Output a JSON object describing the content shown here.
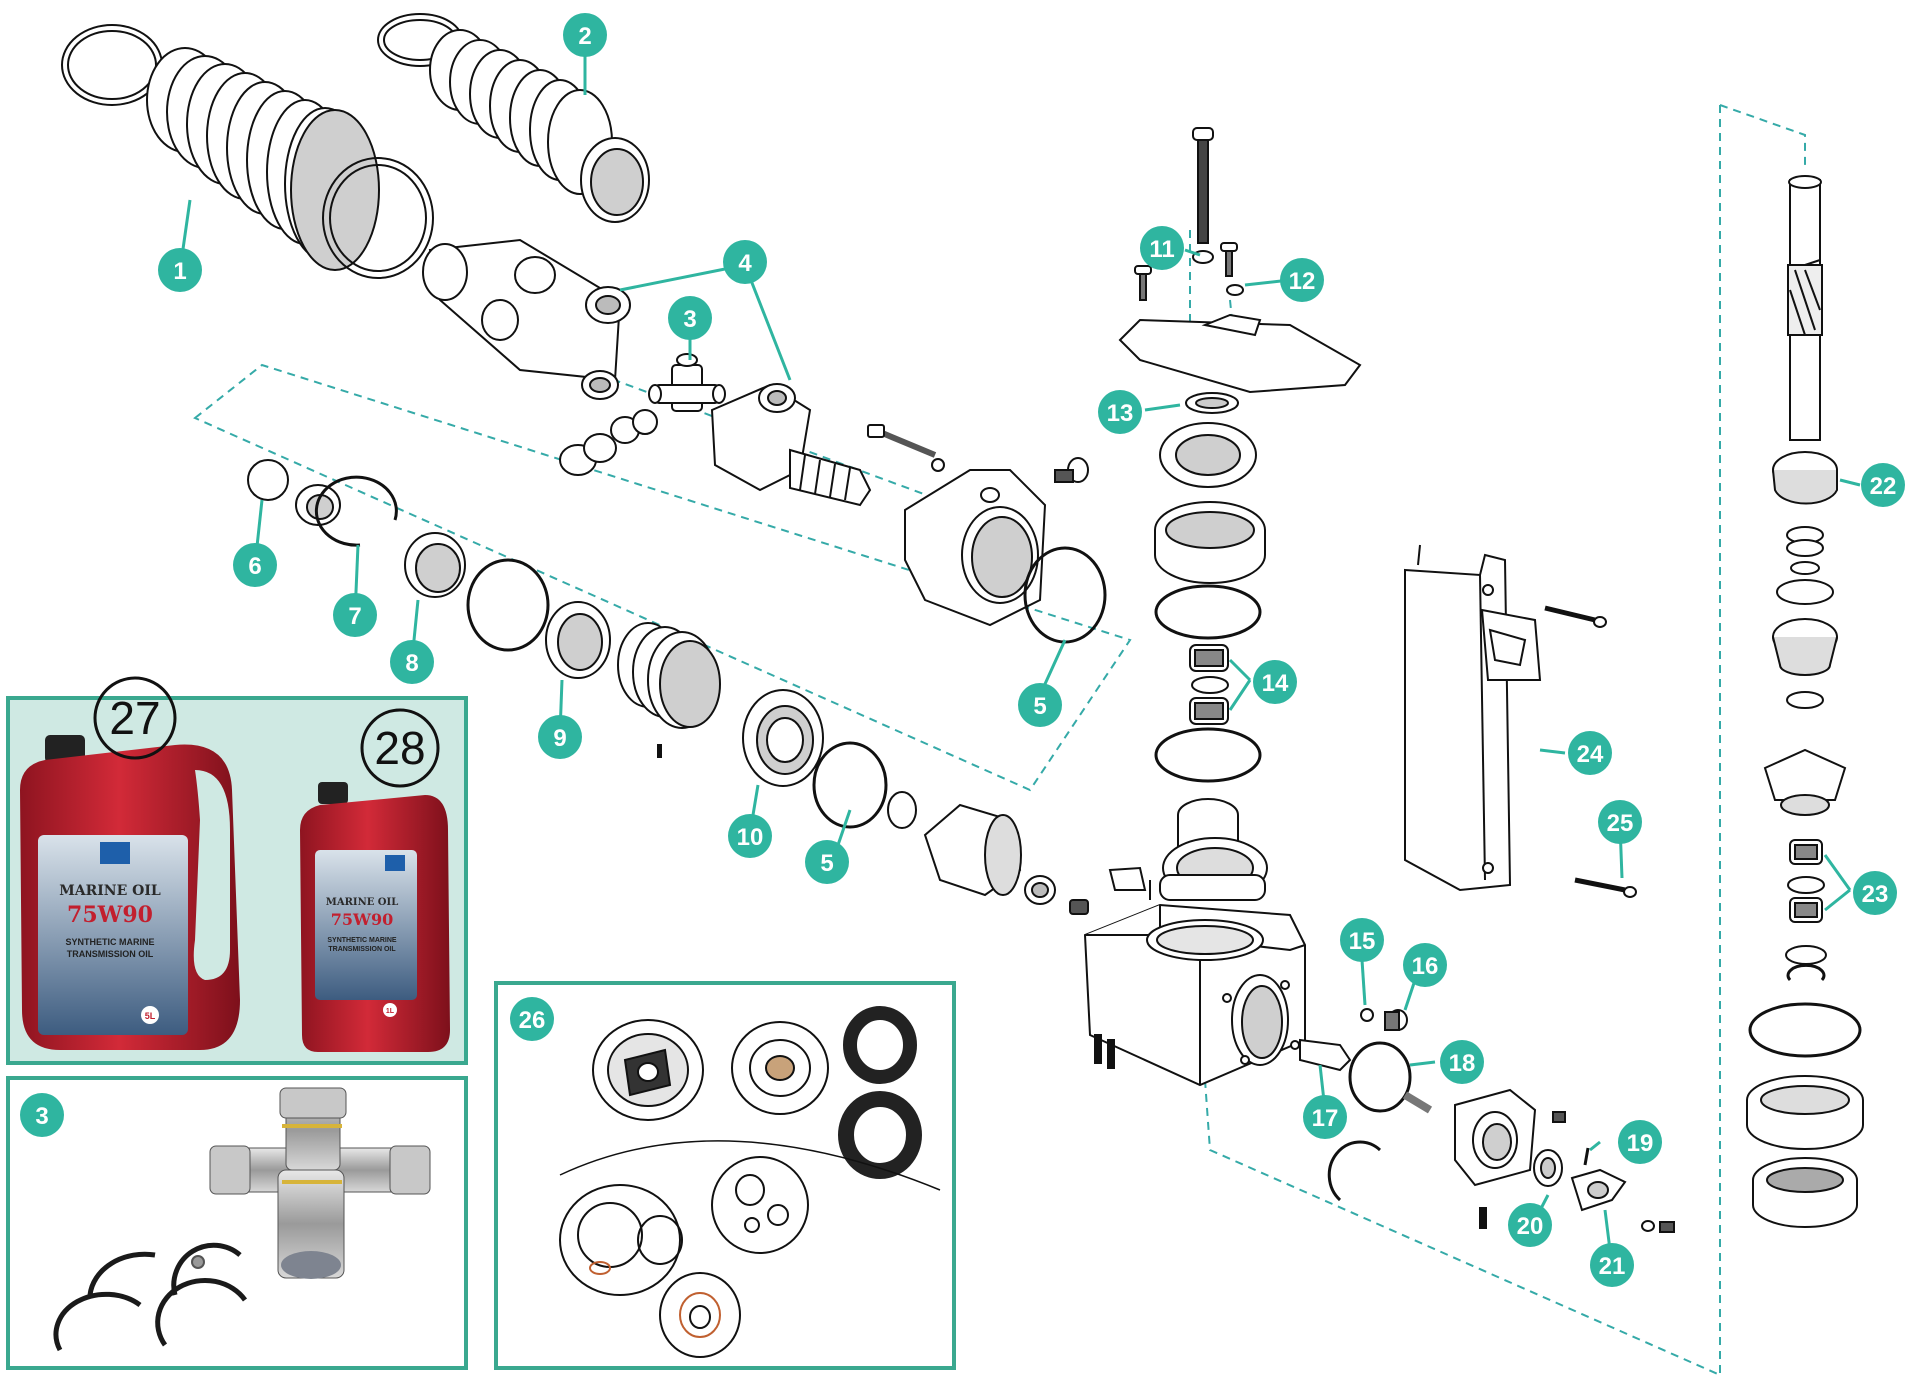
{
  "colors": {
    "badge": "#2fb5a0",
    "leader": "#2fb5a0",
    "dashed": "#35aaa8",
    "panel_border": "#3aa88f",
    "panel_fill": "#cfe9e3",
    "bottle_red": "#c21f2e"
  },
  "callouts": [
    {
      "id": "1",
      "label": "1"
    },
    {
      "id": "2",
      "label": "2"
    },
    {
      "id": "3",
      "label": "3"
    },
    {
      "id": "4",
      "label": "4"
    },
    {
      "id": "5a",
      "label": "5"
    },
    {
      "id": "5b",
      "label": "5"
    },
    {
      "id": "6",
      "label": "6"
    },
    {
      "id": "7",
      "label": "7"
    },
    {
      "id": "8",
      "label": "8"
    },
    {
      "id": "9",
      "label": "9"
    },
    {
      "id": "10",
      "label": "10"
    },
    {
      "id": "11",
      "label": "11"
    },
    {
      "id": "12",
      "label": "12"
    },
    {
      "id": "13",
      "label": "13"
    },
    {
      "id": "14",
      "label": "14"
    },
    {
      "id": "15",
      "label": "15"
    },
    {
      "id": "16",
      "label": "16"
    },
    {
      "id": "17",
      "label": "17"
    },
    {
      "id": "18",
      "label": "18"
    },
    {
      "id": "19",
      "label": "19"
    },
    {
      "id": "20",
      "label": "20"
    },
    {
      "id": "21",
      "label": "21"
    },
    {
      "id": "22",
      "label": "22"
    },
    {
      "id": "23",
      "label": "23"
    },
    {
      "id": "24",
      "label": "24"
    },
    {
      "id": "25",
      "label": "25"
    },
    {
      "id": "26",
      "label": "26"
    },
    {
      "id": "3b",
      "label": "3"
    }
  ],
  "oil_panel": {
    "large_label": "27",
    "small_label": "28",
    "large_bottle": {
      "line1": "MARINE OIL",
      "line2": "75W90",
      "line3": "SYNTHETIC MARINE",
      "line4": "TRANSMISSION OIL",
      "size": "5L"
    },
    "small_bottle": {
      "line1": "MARINE OIL",
      "line2": "75W90",
      "line3": "SYNTHETIC MARINE",
      "line4": "TRANSMISSION OIL",
      "size": "1L"
    }
  }
}
